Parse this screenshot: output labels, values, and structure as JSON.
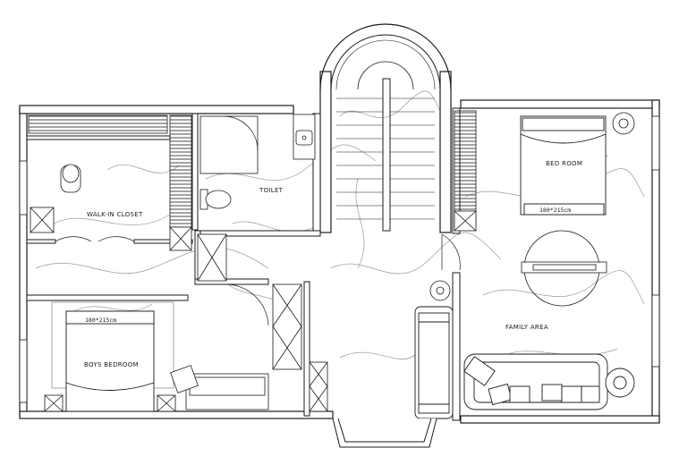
{
  "rooms": {
    "walk_in_closet": "WALK-IN CLOSET",
    "toilet": "TOILET",
    "bed_room": "BED ROOM",
    "boys_bedroom": "BOYS BEDROOM",
    "family_area": "FAMILY AREA"
  },
  "dimensions": {
    "master_bed": "180*215cm",
    "boys_bed": "180*215cm"
  },
  "colors": {
    "line": "#1a1a1a",
    "wall_fill": "#ffffff",
    "marble_vein": "#9a9a9a"
  }
}
